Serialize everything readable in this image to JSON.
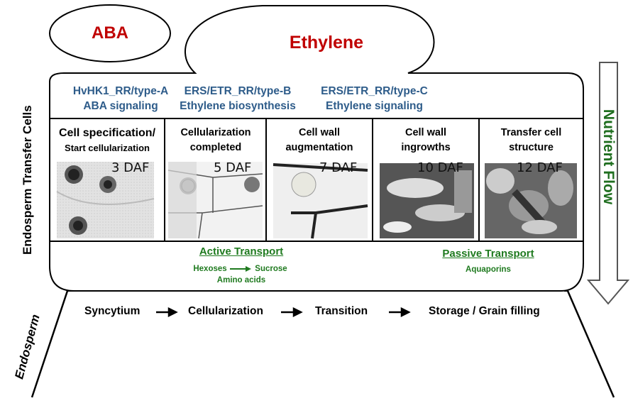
{
  "hormones": {
    "aba": "ABA",
    "ethylene": "Ethylene"
  },
  "signaling": [
    {
      "line1": "HvHK1_RR/type-A",
      "line2": "ABA signaling"
    },
    {
      "line1": "ERS/ETR_RR/type-B",
      "line2": "Ethylene biosynthesis"
    },
    {
      "line1": "ERS/ETR_RR/type-C",
      "line2": "Ethylene signaling"
    }
  ],
  "stages": [
    {
      "title1": "Cell specification/",
      "title2": "Start cellularization",
      "daf": "3 DAF"
    },
    {
      "title1": "Cellularization",
      "title2": "completed",
      "daf": "5 DAF"
    },
    {
      "title1": "Cell wall",
      "title2": "augmentation",
      "daf": "7 DAF"
    },
    {
      "title1": "Cell wall",
      "title2": "ingrowths",
      "daf": "10 DAF"
    },
    {
      "title1": "Transfer cell",
      "title2": "structure",
      "daf": "12 DAF"
    }
  ],
  "transport": {
    "active_title": "Active Transport",
    "hexoses": "Hexoses",
    "sucrose": "Sucrose",
    "amino_acids": "Amino acids",
    "passive_title": "Passive Transport",
    "aquaporins": "Aquaporins"
  },
  "phases": [
    "Syncytium",
    "Cellularization",
    "Transition",
    "Storage / Grain filling"
  ],
  "labels": {
    "endosperm_transfer_cells": "Endosperm Transfer Cells",
    "endosperm": "Endosperm",
    "nutrient_flow": "Nutrient  Flow"
  },
  "colors": {
    "hormone_red": "#c00000",
    "signal_blue": "#2e5c8a",
    "transport_green": "#1f7a1f"
  }
}
